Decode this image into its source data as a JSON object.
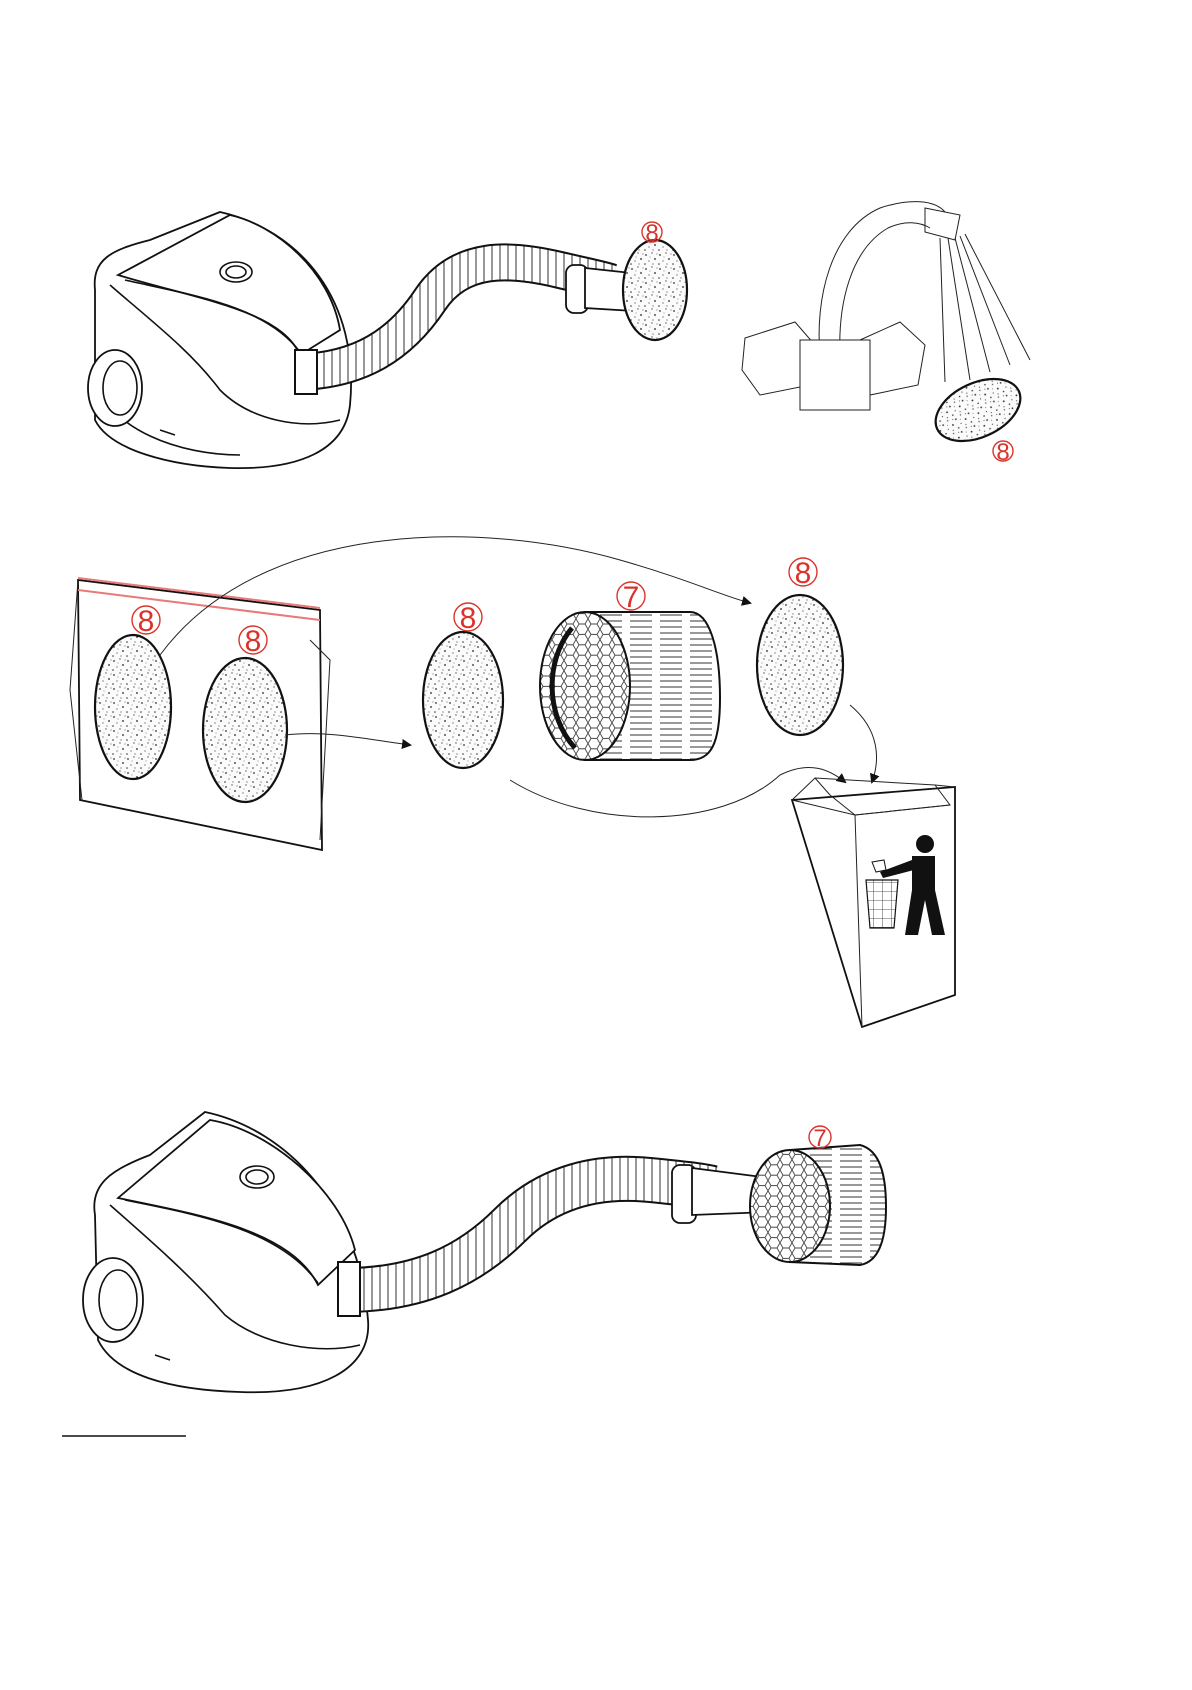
{
  "labels": {
    "filter_8_a": "8",
    "filter_8_b": "8",
    "filter_8_c": "8",
    "filter_8_d": "8",
    "filter_8_e": "8",
    "filter_8_f": "8",
    "filter_7_a": "7",
    "filter_7_b": "7"
  },
  "colors": {
    "callout": "#d9342b",
    "line": "#111111",
    "bag_stripe": "#e87a7a"
  },
  "icons": [
    "vacuum-cleaner-icon",
    "faucet-icon",
    "foam-filter-icon",
    "hepa-cylinder-filter-icon",
    "trash-bin-icon",
    "litter-person-icon",
    "arrow-icon"
  ]
}
